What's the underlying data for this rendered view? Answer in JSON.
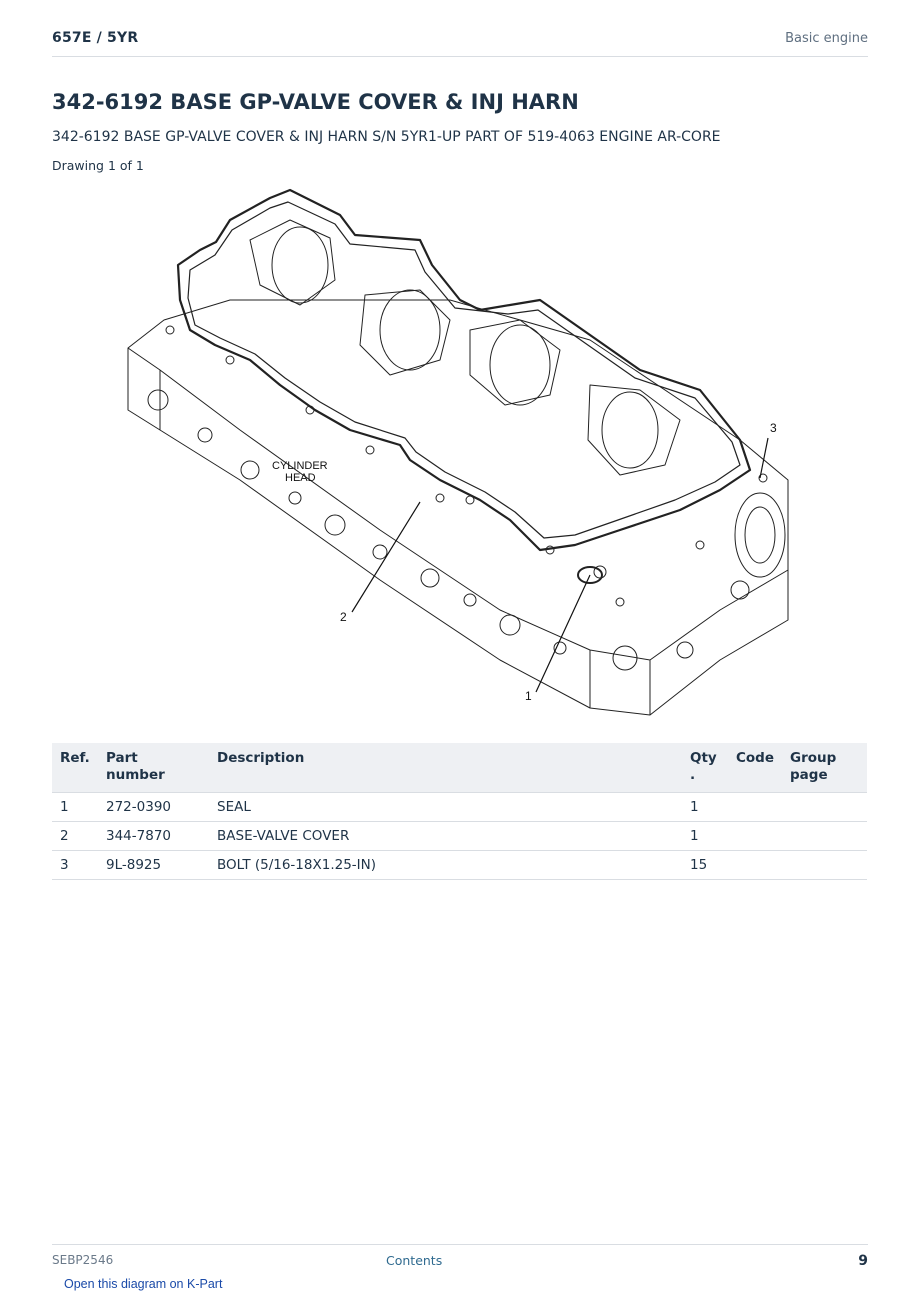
{
  "header": {
    "model": "657E  /  5YR",
    "section": "Basic engine"
  },
  "title": "342-6192 BASE GP-VALVE COVER & INJ HARN",
  "subtitle": "342-6192 BASE GP-VALVE COVER & INJ HARN S/N 5YR1-UP PART OF 519-4063 ENGINE AR-CORE",
  "drawing_label": "Drawing 1 of 1",
  "diagram": {
    "callouts": [
      "1",
      "2",
      "3"
    ],
    "label_line1": "CYLINDER",
    "label_line2": "HEAD"
  },
  "table": {
    "headers": {
      "ref": "Ref.",
      "part_number": "Part number",
      "description": "Description",
      "qty_line1": "Qty",
      "qty_line2": ".",
      "code": "Code",
      "group_line1": "Group",
      "group_line2": "page"
    },
    "rows": [
      {
        "ref": "1",
        "part_number": "272-0390",
        "description": "SEAL",
        "qty": "1",
        "code": "",
        "group_page": ""
      },
      {
        "ref": "2",
        "part_number": "344-7870",
        "description": "BASE-VALVE COVER",
        "qty": "1",
        "code": "",
        "group_page": ""
      },
      {
        "ref": "3",
        "part_number": "9L-8925",
        "description": "BOLT (5/16-18X1.25-IN)",
        "qty": "15",
        "code": "",
        "group_page": ""
      }
    ]
  },
  "footer": {
    "doc_id": "SEBP2546",
    "contents_link": "Contents",
    "page_number": "9"
  },
  "kpart_link": "Open this diagram on K-Part"
}
